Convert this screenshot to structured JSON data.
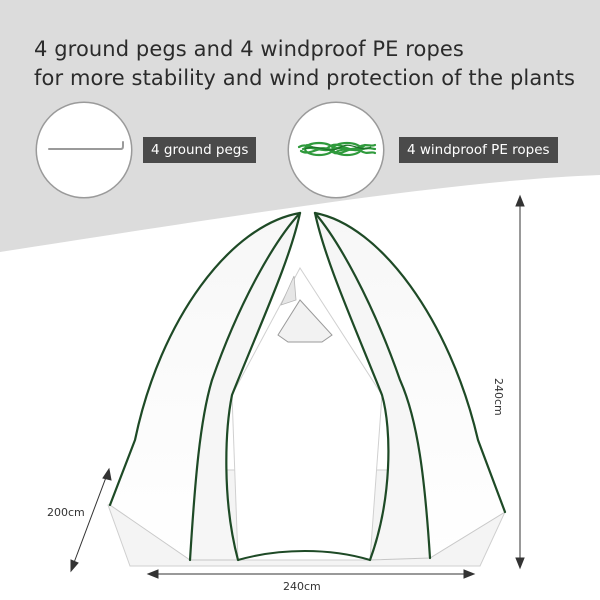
{
  "headline": {
    "line1": "4 ground pegs and 4 windproof PE ropes",
    "line2": "for more stability and wind protection of the plants"
  },
  "accessories": [
    {
      "label": "4 ground pegs",
      "icon": "ground-peg-icon"
    },
    {
      "label": "4 windproof PE ropes",
      "icon": "green-rope-icon"
    }
  ],
  "dimensions": {
    "height": "240cm",
    "width": "240cm",
    "depth": "200cm"
  },
  "colors": {
    "background_band": "#dcdcdc",
    "tag_background": "#4a4a4a",
    "tent_frame": "#1e4a26",
    "rope_green": "#2f9a3c"
  }
}
